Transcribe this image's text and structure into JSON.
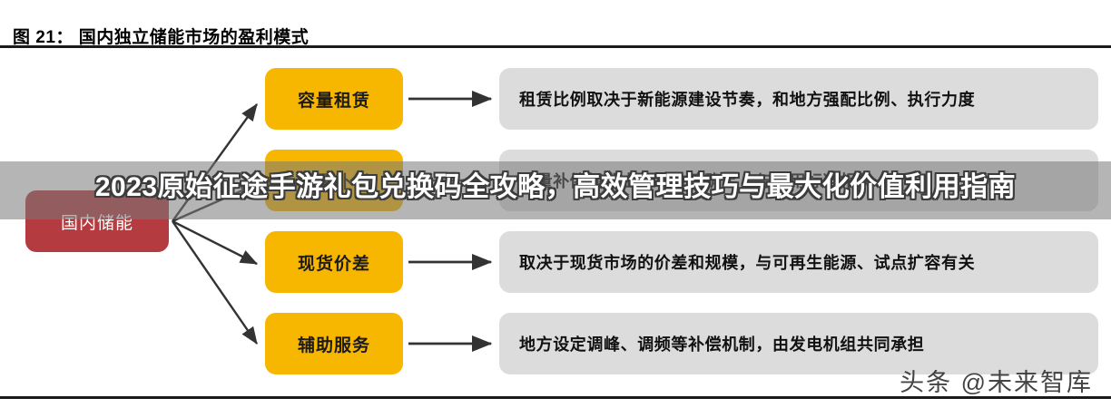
{
  "figure": {
    "caption": "图 21： 国内独立储能市场的盈利模式",
    "watermark": "头条 @未来智库"
  },
  "overlay": {
    "headline": "2023原始征途手游礼包兑换码全攻略，高效管理技巧与最大化价值利用指南"
  },
  "diagram": {
    "type": "flow",
    "root": {
      "label": "国内储能",
      "color": "#b43c40",
      "text_color": "#ffffff"
    },
    "branch_color": "#f7b600",
    "detail_color": "#dcdcdc",
    "arrow_color": "#333333",
    "branches": [
      {
        "label": "容量租赁",
        "detail": "租赁比例取决于新能源建设节奏，和地方强配比例、执行力度"
      },
      {
        "label": "容量补偿",
        "detail": "容量补偿标准由各地政策确定，与调用标准相关"
      },
      {
        "label": "现货价差",
        "detail": "取决于现货市场的价差和规模，与可再生能源、试点扩容有关"
      },
      {
        "label": "辅助服务",
        "detail": "地方设定调峰、调频等补偿机制，由发电机组共同承担"
      }
    ]
  }
}
